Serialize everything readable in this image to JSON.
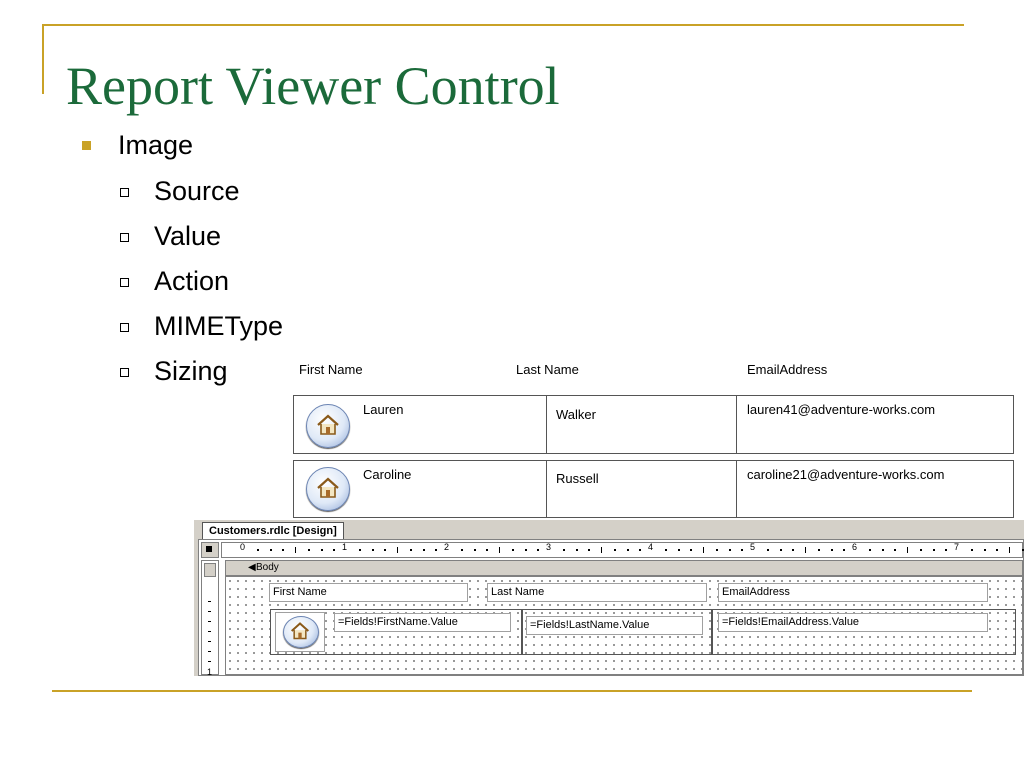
{
  "slide": {
    "title": "Report Viewer Control",
    "bullet": "Image",
    "sub_bullets": [
      "Source",
      "Value",
      "Action",
      "MIMEType",
      "Sizing"
    ]
  },
  "report": {
    "headers": [
      "First Name",
      "Last Name",
      "EmailAddress"
    ],
    "rows": [
      {
        "first": "Lauren",
        "last": "Walker",
        "email": "lauren41@adventure-works.com",
        "icon": "home-icon"
      },
      {
        "first": "Caroline",
        "last": "Russell",
        "email": "caroline21@adventure-works.com",
        "icon": "home-icon"
      }
    ]
  },
  "designer": {
    "tab": "Customers.rdlc [Design]",
    "band": "Body",
    "ruler": [
      "0",
      "1",
      "2",
      "3",
      "4",
      "5",
      "6",
      "7"
    ],
    "vruler": "1",
    "headers": [
      "First Name",
      "Last Name",
      "EmailAddress"
    ],
    "fields": [
      "=Fields!FirstName.Value",
      "=Fields!LastName.Value",
      "=Fields!EmailAddress.Value"
    ]
  },
  "colors": {
    "title": "#1b6a3a",
    "accent": "#c9a227"
  }
}
